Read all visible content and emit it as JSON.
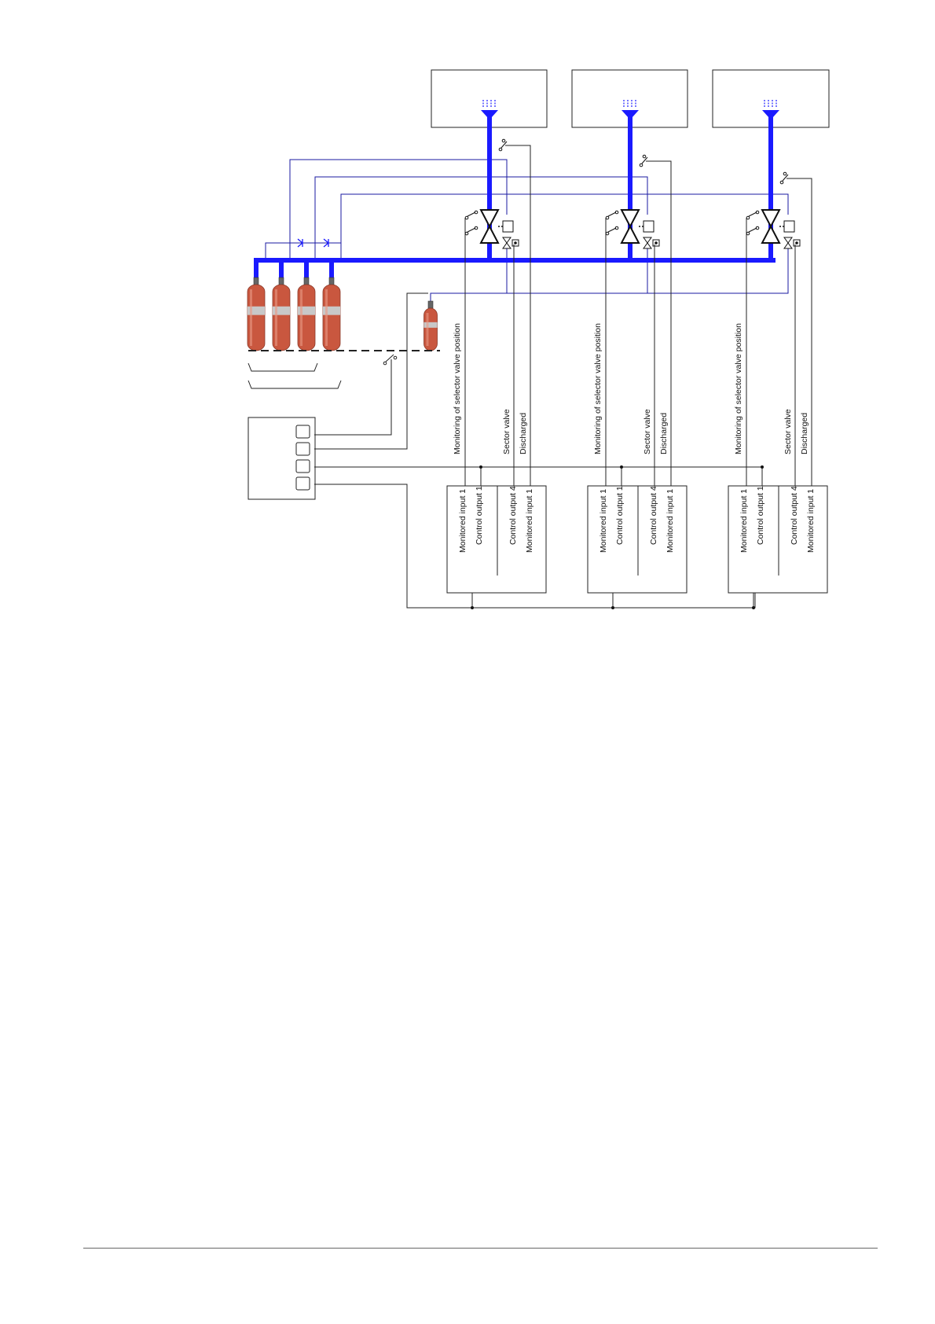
{
  "colors": {
    "pipe": "#1a1aff",
    "wire": "#1a1aa0",
    "line": "#222222",
    "cylinder": "#c9573f",
    "cylinder_band": "#c8c8c8",
    "valve_cap": "#666666"
  },
  "labels": {
    "monitoring": "Monitoring of selector valve position",
    "sector_valve": "Sector valve",
    "discharged": "Discharged",
    "monitored_input": "Monitored input 1",
    "control_output_1": "Control output 1",
    "control_output_4": "Control output 4"
  },
  "icons": {
    "cylinder": "gas-cylinder-icon",
    "nozzle": "nozzle-icon",
    "selector_valve": "selector-valve-icon",
    "check_valve": "check-valve-icon",
    "switch": "pressure-switch-icon"
  }
}
